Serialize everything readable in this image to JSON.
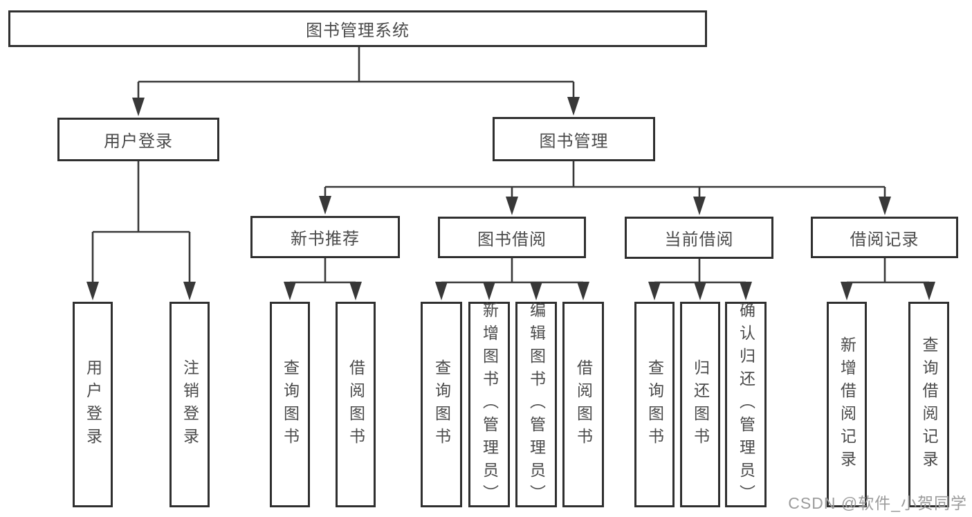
{
  "nodes": {
    "root": "图书管理系统",
    "user_login": "用户登录",
    "book_management": "图书管理",
    "new_book_recommend": "新书推荐",
    "book_borrow": "图书借阅",
    "current_borrow": "当前借阅",
    "borrow_records": "借阅记录",
    "leaves": {
      "user_login": [
        "用户登录",
        "注销登录"
      ],
      "new_book_recommend": [
        "查询图书",
        "借阅图书"
      ],
      "book_borrow": [
        "查询图书",
        "新增图书（管理员）",
        "编辑图书（管理员）",
        "借阅图书"
      ],
      "current_borrow": [
        "查询图书",
        "归还图书",
        "确认归还（管理员）"
      ],
      "borrow_records": [
        "新增借阅记录",
        "查询借阅记录"
      ]
    }
  },
  "watermark": "CSDN @软件_小贺同学",
  "colors": {
    "line": "#383838",
    "border": "#2f2f2f",
    "text": "#4a4a4a",
    "watermark": "#9b9b9b",
    "background": "#ffffff"
  }
}
